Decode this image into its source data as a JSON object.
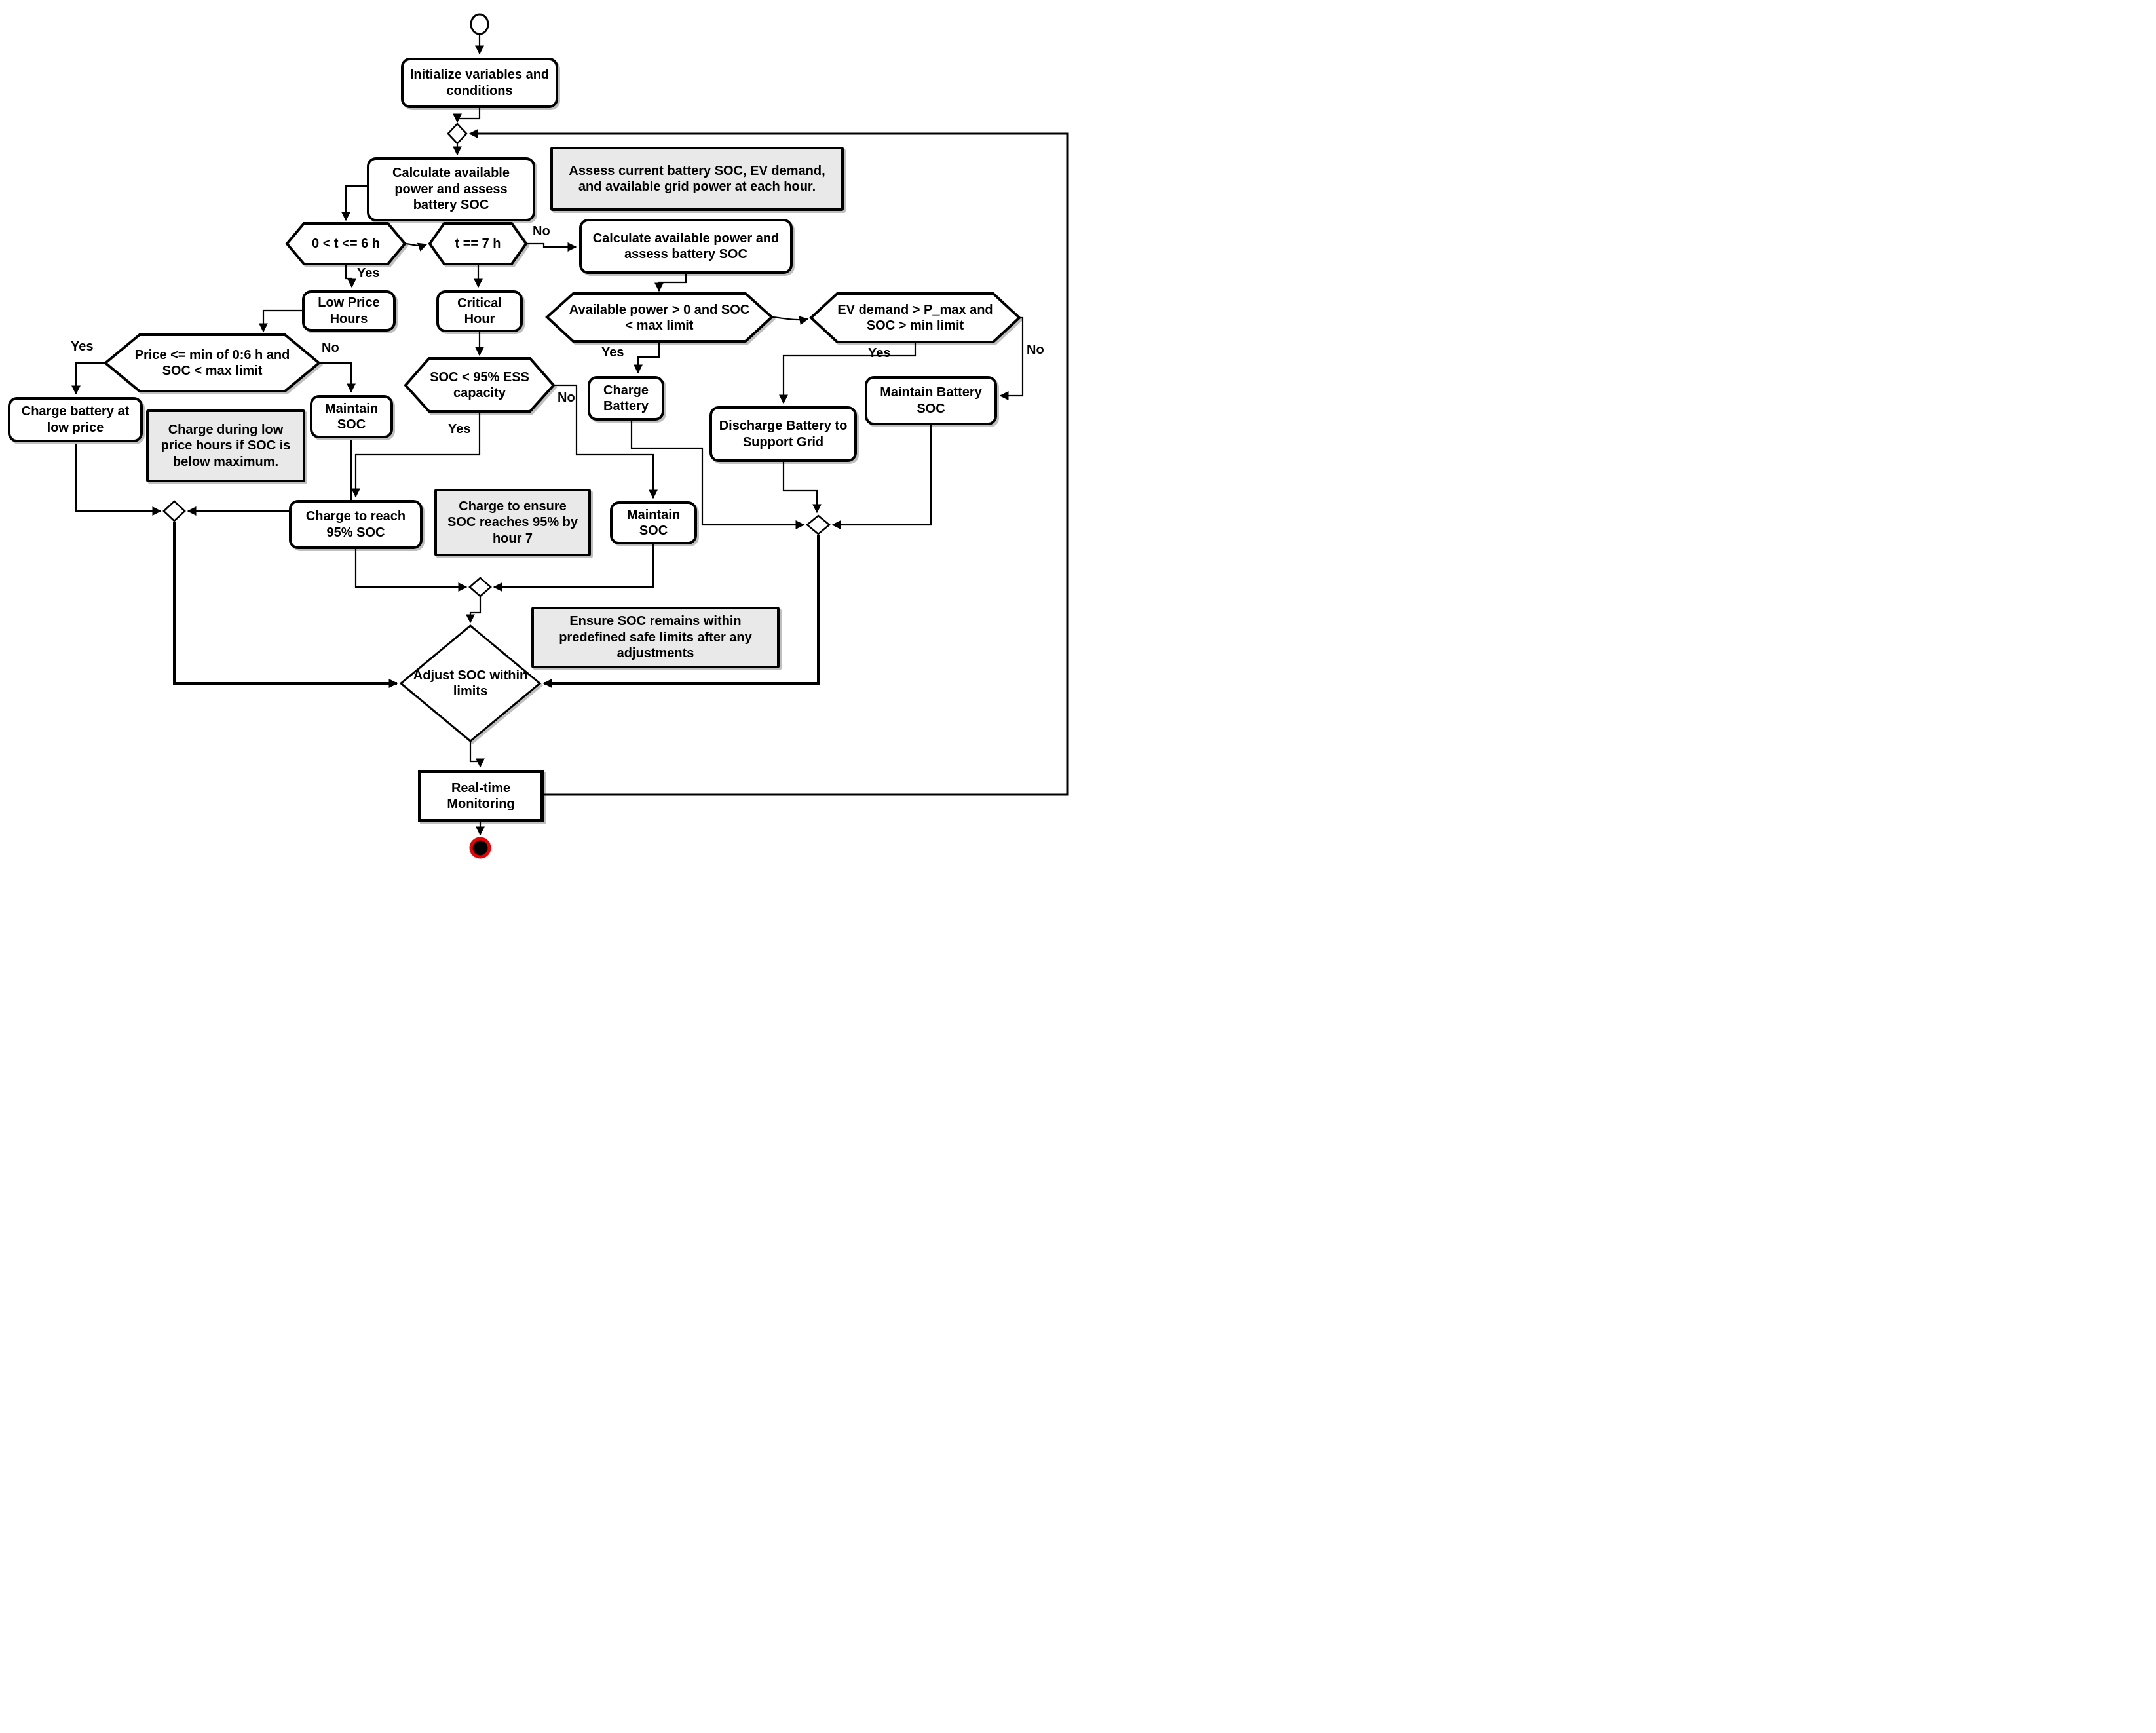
{
  "nodes": {
    "init": {
      "label": "Initialize variables and conditions"
    },
    "calc1": {
      "label": "Calculate available power and assess battery SOC"
    },
    "note_assess": {
      "label": "Assess current battery SOC, EV demand, and available grid power at each hour."
    },
    "hex_t6": {
      "label": "0 < t <= 6 h"
    },
    "hex_t7": {
      "label": "t == 7 h"
    },
    "calc2": {
      "label": "Calculate available power and assess battery SOC"
    },
    "low_price_hours": {
      "label": "Low Price Hours"
    },
    "critical_hour": {
      "label": "Critical Hour"
    },
    "hex_avail": {
      "label": "Available power > 0 and SOC < max limit"
    },
    "hex_ev": {
      "label": "EV demand > P_max and SOC > min limit"
    },
    "hex_price": {
      "label": "Price <= min of 0:6 h and SOC < max limit"
    },
    "charge_low_price": {
      "label": "Charge battery at low price"
    },
    "note_charge_low": {
      "label": "Charge during low price hours if SOC is below maximum."
    },
    "maintain_soc_left": {
      "label": "Maintain SOC"
    },
    "hex_soc95": {
      "label": "SOC < 95% ESS capacity"
    },
    "charge_battery": {
      "label": "Charge Battery"
    },
    "discharge_battery": {
      "label": "Discharge Battery to Support Grid"
    },
    "maintain_battery_soc": {
      "label": "Maintain Battery SOC"
    },
    "charge_reach_95": {
      "label": "Charge to reach 95% SOC"
    },
    "note_charge_95": {
      "label": "Charge to ensure SOC reaches 95% by hour 7"
    },
    "maintain_soc_mid": {
      "label": "Maintain SOC"
    },
    "note_ensure": {
      "label": "Ensure SOC remains within predefined safe limits after any adjustments"
    },
    "adjust_soc": {
      "label": "Adjust SOC within limits"
    },
    "realtime": {
      "label": "Real-time Monitoring"
    }
  },
  "edge_labels": {
    "t6_yes": "Yes",
    "t7_no": "No",
    "price_yes": "Yes",
    "price_no": "No",
    "avail_yes": "Yes",
    "ev_yes": "Yes",
    "ev_no": "No",
    "soc95_yes": "Yes",
    "soc95_no": "No"
  },
  "colors": {
    "stroke": "#000000",
    "note_fill": "#e9e9e9",
    "end_ring": "#ee0000"
  }
}
